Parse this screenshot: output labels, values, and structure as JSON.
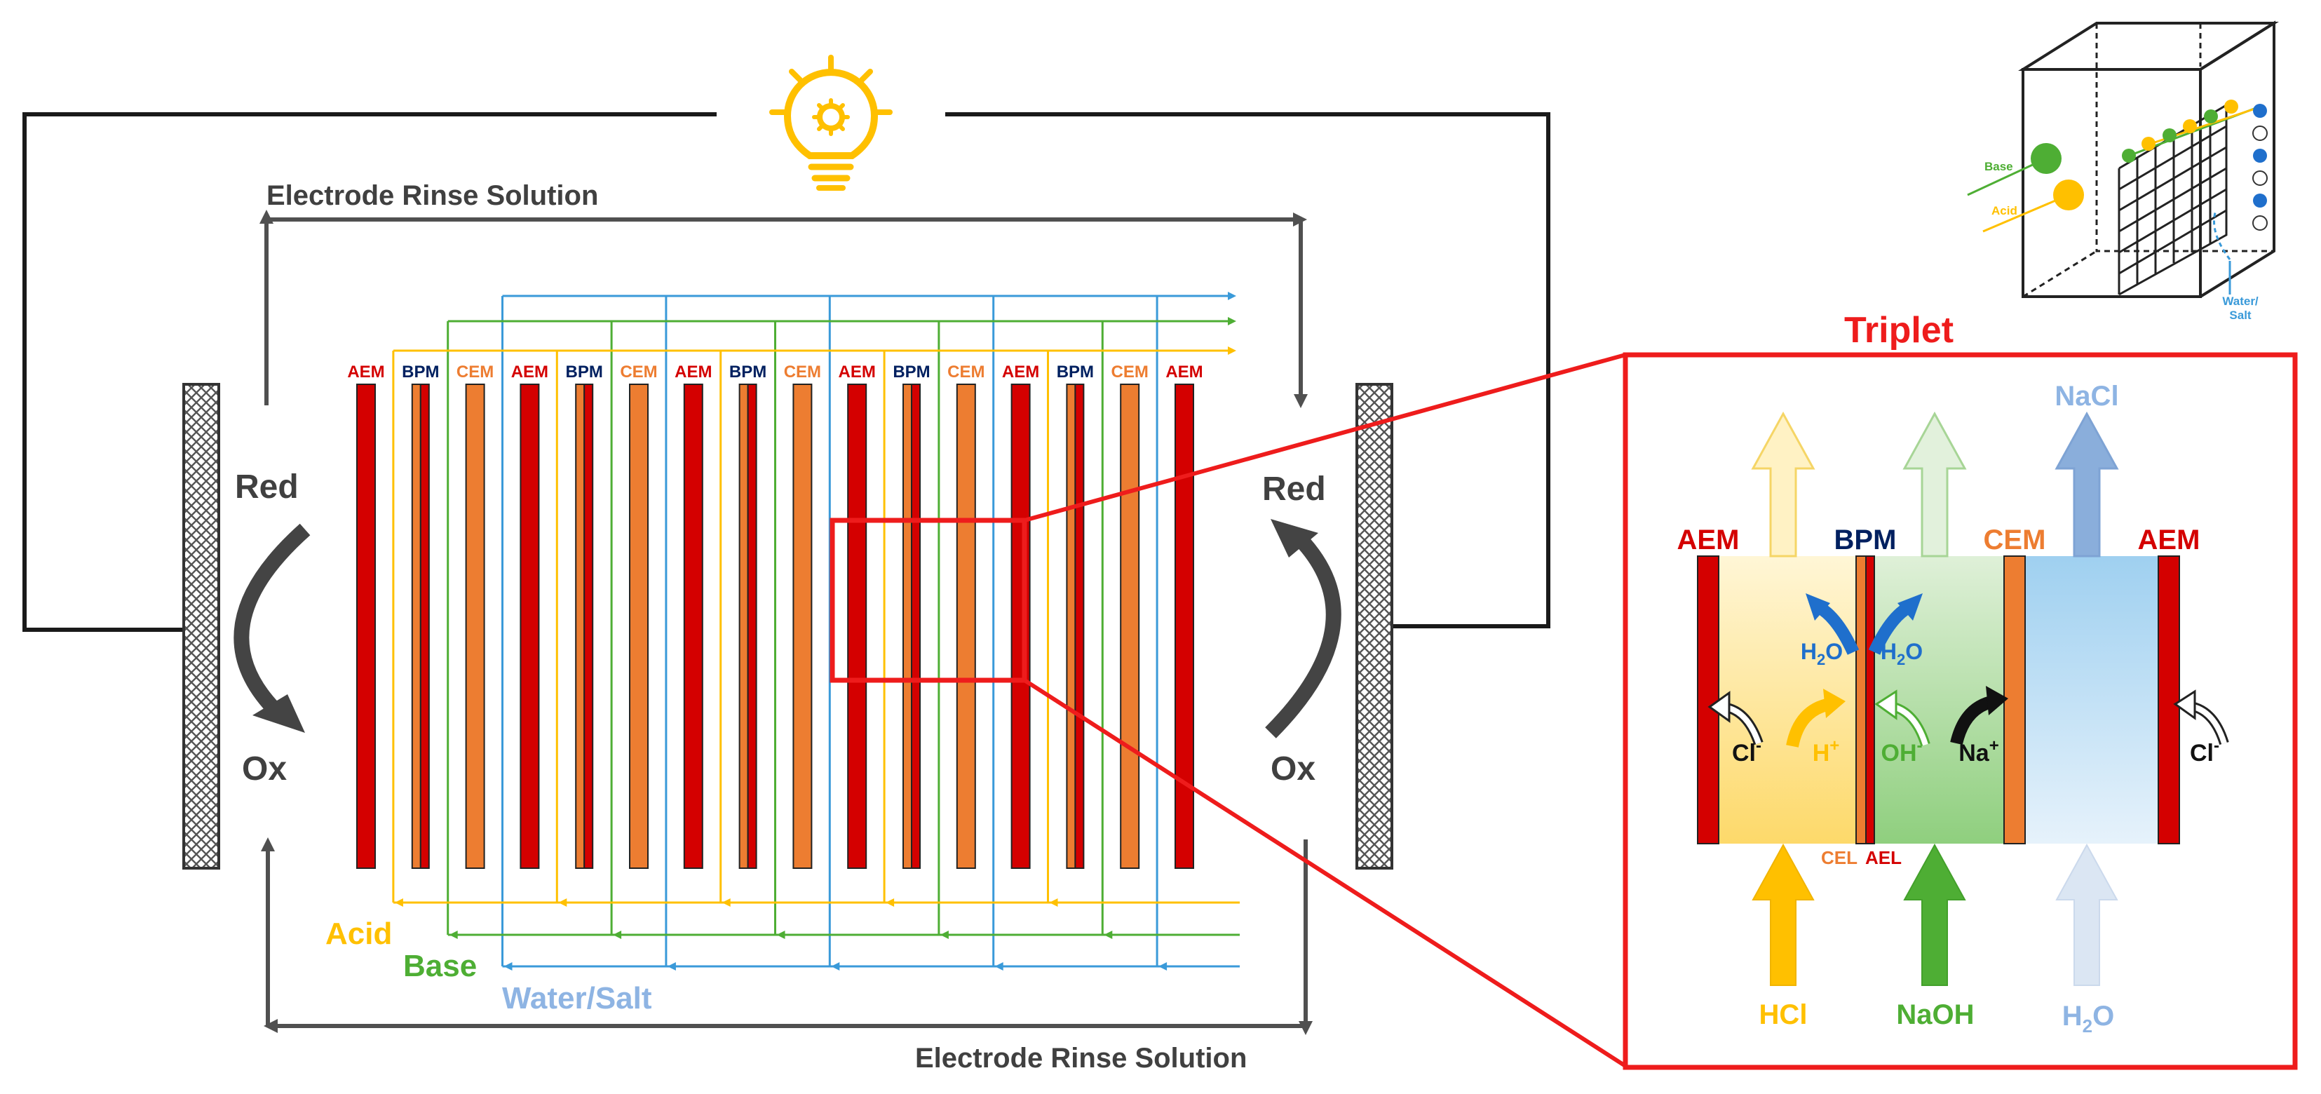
{
  "rinse_top": "Electrode Rinse Solution",
  "rinse_bottom": "Electrode Rinse Solution",
  "left_electrode": {
    "top": "Red",
    "bottom": "Ox"
  },
  "right_electrode": {
    "top": "Red",
    "bottom": "Ox"
  },
  "stack_labels": [
    "AEM",
    "BPM",
    "CEM",
    "AEM",
    "BPM",
    "CEM",
    "AEM",
    "BPM",
    "CEM",
    "AEM",
    "BPM",
    "CEM",
    "AEM",
    "BPM",
    "CEM",
    "AEM"
  ],
  "streams": {
    "acid": "Acid",
    "base": "Base",
    "water_salt": "Water/Salt"
  },
  "triplet": {
    "title": "Triplet",
    "membranes": {
      "aem_left": "AEM",
      "bpm": "BPM",
      "cem": "CEM",
      "aem_right": "AEM"
    },
    "outlet_top": "NaCl",
    "water_left": {
      "main": "H",
      "sub": "2",
      "tail": "O"
    },
    "water_right": {
      "main": "H",
      "sub": "2",
      "tail": "O"
    },
    "ions": {
      "cl_left": {
        "main": "Cl",
        "sup": "-"
      },
      "h_plus": {
        "main": "H",
        "sup": "+"
      },
      "oh_minus": {
        "main": "OH",
        "sup": "-"
      },
      "na_plus": {
        "main": "Na",
        "sup": "+"
      },
      "cl_right": {
        "main": "Cl",
        "sup": "-"
      }
    },
    "layer_cel": "CEL",
    "layer_ael": "AEL",
    "inlets": {
      "hcl": "HCl",
      "naoh": "NaOH",
      "h2o": {
        "main": "H",
        "sub": "2",
        "tail": "O"
      }
    }
  },
  "inset_3d": {
    "base": "Base",
    "acid": "Acid",
    "water_salt_l1": "Water/",
    "water_salt_l2": "Salt"
  },
  "colors": {
    "aem": "#d40000",
    "bpm": "#002060",
    "cem": "#ed7d31",
    "acid": "#ffc000",
    "base": "#4eae34",
    "water": "#3a9ad9",
    "rinse": "#505050",
    "triplet_frame": "#ee1c1c"
  }
}
